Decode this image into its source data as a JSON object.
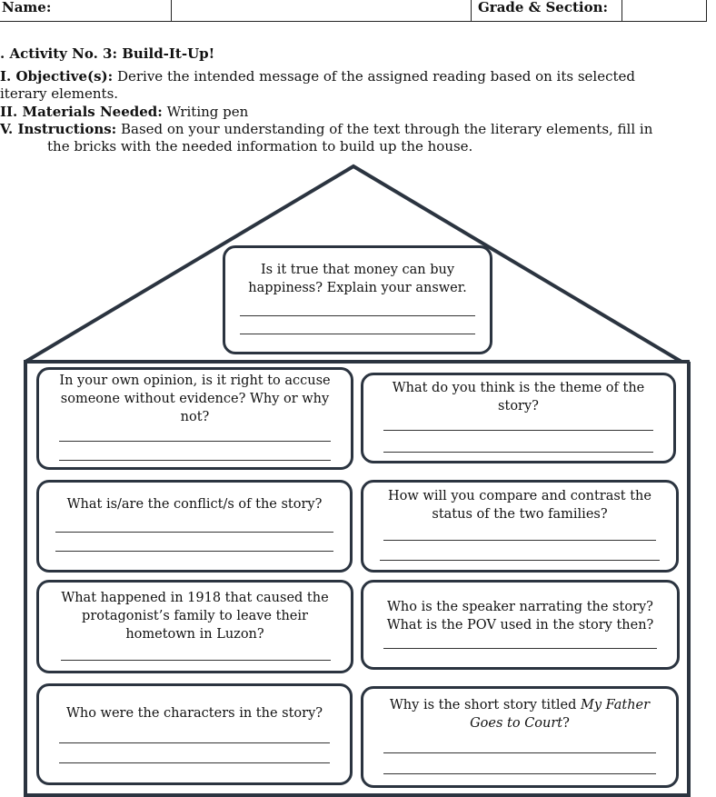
{
  "header": {
    "name_label": "Name:",
    "grade_label": "Grade & Section:"
  },
  "activity": {
    "title": ". Activity No. 3: Build-It-Up!",
    "objective_label": "I. Objective(s):",
    "objective_text_1": " Derive the intended message of the assigned reading based on its selected",
    "objective_text_2": "iterary elements.",
    "materials_label": "II. Materials Needed:",
    "materials_text": " Writing pen",
    "instructions_label": "V. Instructions:",
    "instructions_text_1": "  Based on your understanding of the text through the literary elements, fill in",
    "instructions_text_2": "the bricks with the needed information to build up the house."
  },
  "house": {
    "roof_question": "Is it true that money can buy\nhappiness? Explain your answer.",
    "bricks": [
      "In your own opinion, is it right to accuse\nsomeone without evidence? Why or why\nnot?",
      "What do you think is the theme of the\nstory?",
      "What is/are the conflict/s of the story?",
      "How will you compare and contrast the\nstatus of the two families?",
      "What happened in 1918 that caused the\nprotagonist’s family to leave their\nhometown in Luzon?",
      "Who is the speaker narrating the story?\nWhat is the POV used in the story then?",
      "Who were the characters in the story?",
      "Why is the short story titled"
    ],
    "last_brick_title": "My Father\nGoes to Court",
    "last_brick_end": "?"
  }
}
